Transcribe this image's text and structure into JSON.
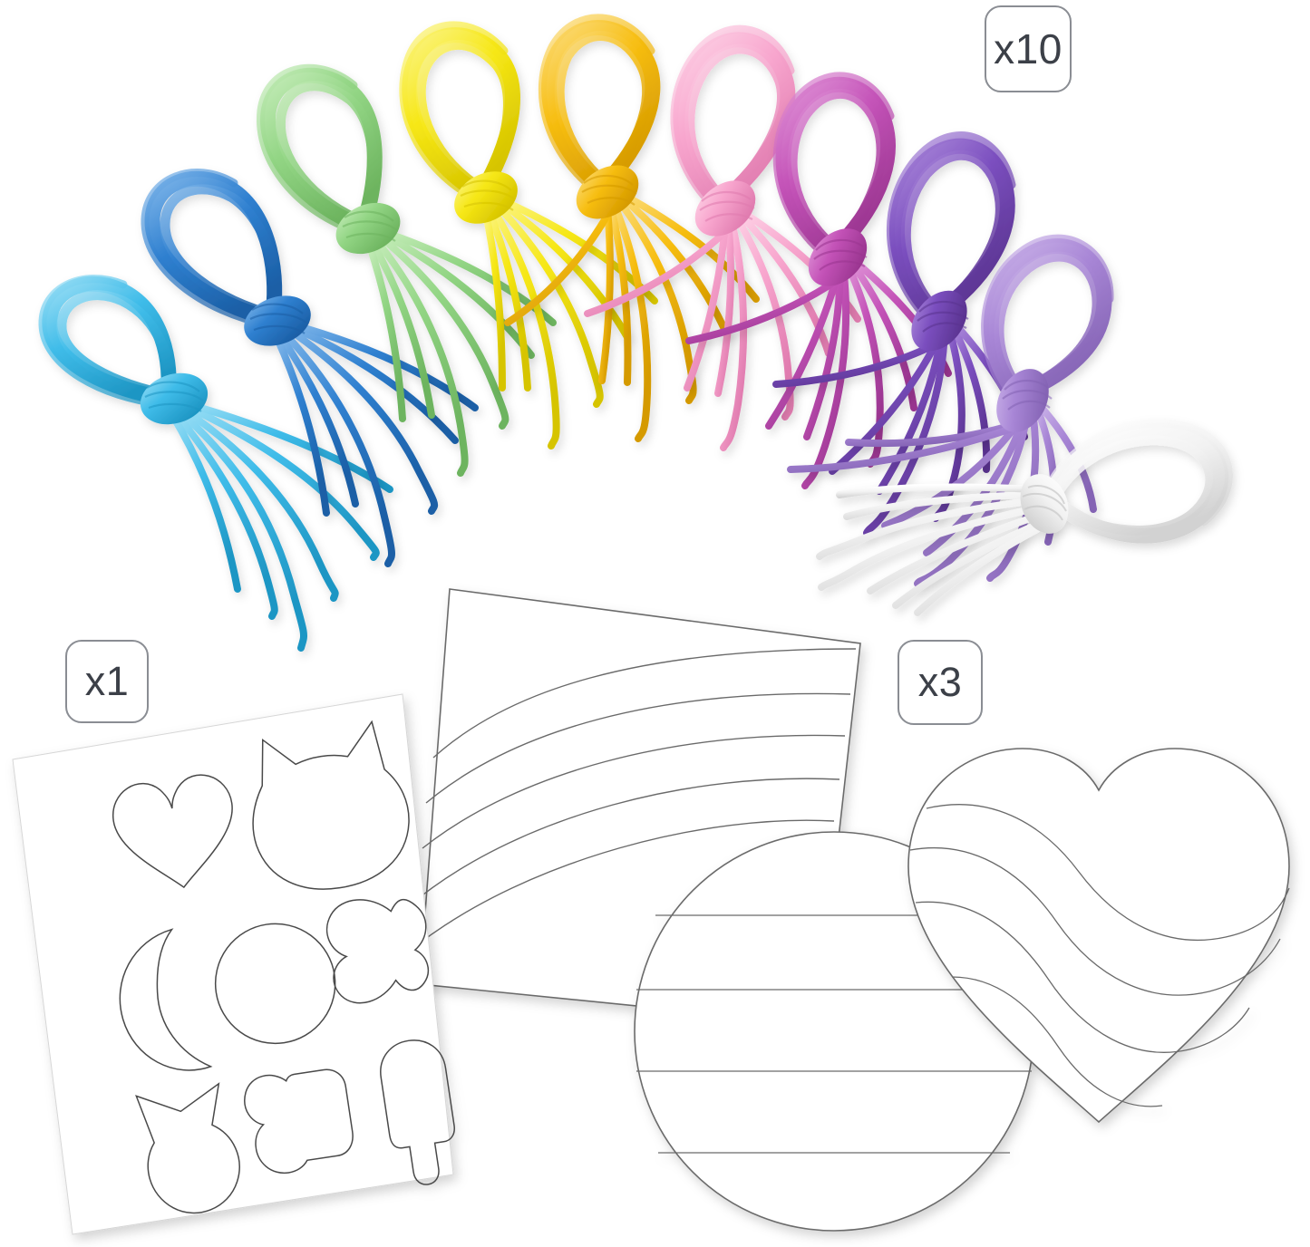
{
  "product": {
    "type": "craft-kit-contents",
    "background_color": "#ffffff"
  },
  "badges": [
    {
      "id": "cords-qty",
      "label": "x10",
      "refers_to": "lacing-cord-bundles"
    },
    {
      "id": "shapes-qty",
      "label": "x1",
      "refers_to": "shape-template-sheet"
    },
    {
      "id": "cards-qty",
      "label": "x3",
      "refers_to": "weaving-cards"
    }
  ],
  "badge_style": {
    "border_color": "#8a8d93",
    "text_color": "#3c4048",
    "fill": "#ffffff",
    "corner_radius": 18
  },
  "cord_bundles": [
    {
      "name": "light-blue",
      "color": "#3FBCE9",
      "highlight": "#9ADEF5",
      "shadow": "#1E96C4"
    },
    {
      "name": "royal-blue",
      "color": "#2F80D0",
      "highlight": "#7FB6EA",
      "shadow": "#1B5FA6"
    },
    {
      "name": "light-green",
      "color": "#92D584",
      "highlight": "#C4ECB8",
      "shadow": "#6DB45F"
    },
    {
      "name": "yellow",
      "color": "#F6E715",
      "highlight": "#FBF483",
      "shadow": "#D6C400"
    },
    {
      "name": "golden",
      "color": "#F7BE12",
      "highlight": "#FBDC7C",
      "shadow": "#D59A00"
    },
    {
      "name": "pink",
      "color": "#F8A6CE",
      "highlight": "#FDD3E6",
      "shadow": "#E07BAF"
    },
    {
      "name": "magenta",
      "color": "#C453B8",
      "highlight": "#E095D8",
      "shadow": "#9A3590"
    },
    {
      "name": "purple",
      "color": "#7B4FBF",
      "highlight": "#AE8CDC",
      "shadow": "#5A3390"
    },
    {
      "name": "lavender",
      "color": "#A886D6",
      "highlight": "#CDB6EA",
      "shadow": "#8463B4"
    },
    {
      "name": "white",
      "color": "#F4F4F4",
      "highlight": "#FFFFFF",
      "shadow": "#D2D2D2"
    }
  ],
  "shape_sheet": {
    "name": "shape-template-sheet",
    "outline_color": "#4a4a4a",
    "fill": "#ffffff",
    "shapes": [
      "heart",
      "cat-head",
      "crescent-moon",
      "circle",
      "butterfly",
      "wrapped-candy",
      "ice-cream-scoop",
      "popsicle"
    ]
  },
  "weaving_cards": [
    {
      "name": "rainbow-card",
      "pattern": "concentric-arcs",
      "stripe_count": 5,
      "shape": "rectangle"
    },
    {
      "name": "circle-card",
      "pattern": "horizontal-stripes",
      "stripe_count": 4,
      "shape": "circle"
    },
    {
      "name": "heart-card",
      "pattern": "wavy-stripes",
      "stripe_count": 4,
      "shape": "heart"
    }
  ],
  "card_style": {
    "outline_color": "#6b6b6b",
    "fill": "#ffffff",
    "shadow_color": "rgba(0,0,0,0.16)"
  }
}
